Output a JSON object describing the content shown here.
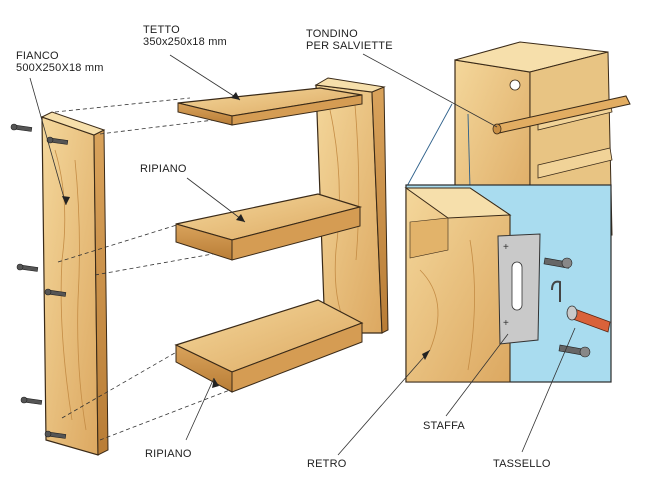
{
  "labels": {
    "fianco": {
      "name": "FIANCO",
      "dims": "500X250X18 mm"
    },
    "tetto": {
      "name": "TETTO",
      "dims": "350x250x18 mm"
    },
    "tondino": {
      "line1": "TONDINO",
      "line2": "PER SALVIETTE"
    },
    "ripiano_top": "RIPIANO",
    "ripiano_bottom": "RIPIANO",
    "retro": "RETRO",
    "staffa": "STAFFA",
    "tassello": "TASSELLO"
  },
  "colors": {
    "wood_light": "#f0cf8e",
    "wood_mid": "#e2b36a",
    "wood_dark": "#c98f45",
    "outline": "#3a2a18",
    "wall_blue": "#a9dcef",
    "metal": "#c9c9c9",
    "plug": "#d9623a"
  }
}
